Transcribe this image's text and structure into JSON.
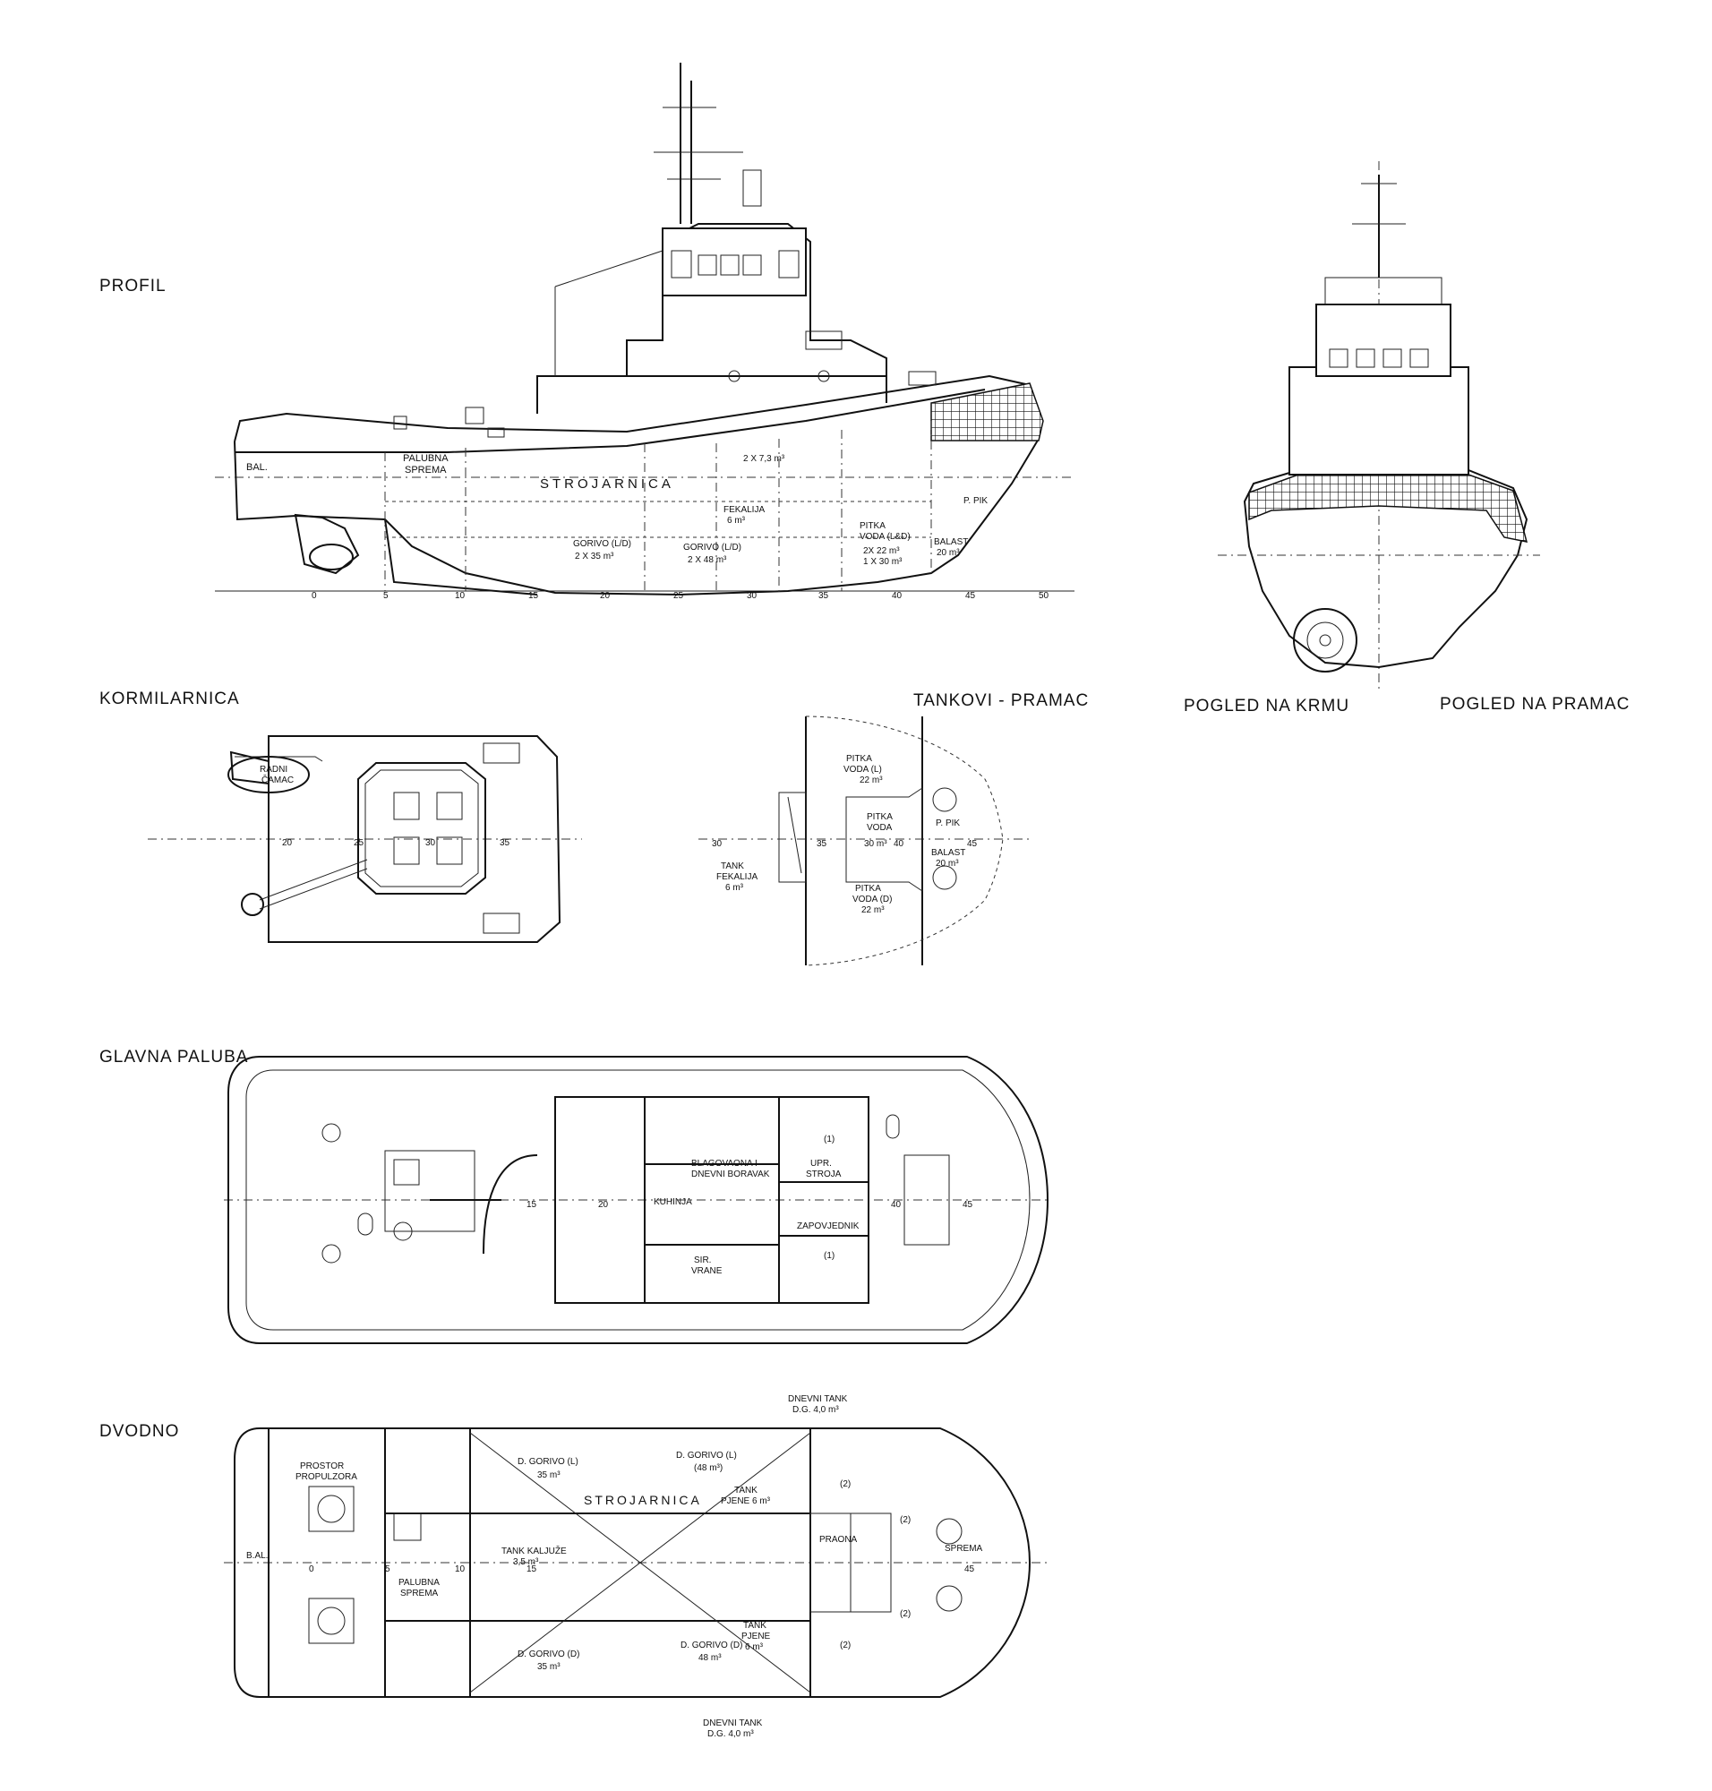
{
  "sections": {
    "profil": "PROFIL",
    "kormilarnica": "KORMILARNICA",
    "tankovi_pramac": "TANKOVI - PRAMAC",
    "pogled_krmu": "POGLED NA KRMU",
    "pogled_pramac": "POGLED NA PRAMAC",
    "glavna_paluba": "GLAVNA PALUBA",
    "dvodno": "DVODNO"
  },
  "profile": {
    "bal": "BAL.",
    "palubna": "PALUBNA",
    "sprema": "SPREMA",
    "strojarnica": "STROJARNICA",
    "ballast_small": "2 X 7,3 m³",
    "fekalija": "FEKALIJA",
    "fekalija_vol": "6 m³",
    "gorivo_1": "GORIVO (L/D)",
    "gorivo_1_vol": "2 X 35 m³",
    "gorivo_2": "GORIVO (L/D)",
    "gorivo_2_vol": "2 X 48 m³",
    "pitka": "PITKA",
    "voda_ld": "VODA (L&D)",
    "pitka_vol1": "2X 22 m³",
    "pitka_vol2": "1 X 30 m³",
    "ppik": "P. PIK",
    "balast": "BALAST",
    "balast_vol": "20 m³",
    "frames": [
      "0",
      "5",
      "10",
      "15",
      "20",
      "25",
      "30",
      "35",
      "40",
      "45",
      "50"
    ]
  },
  "wheelhouse": {
    "radni": "RADNI",
    "camac": "ČAMAC",
    "frames": [
      "20",
      "25",
      "30",
      "35"
    ]
  },
  "tanks": {
    "frame_30": "30",
    "frame_35": "35",
    "frame_40": "40",
    "frame_45": "45",
    "tank": "TANK",
    "fekalija": "FEKALIJA",
    "fek_vol": "6 m³",
    "pitka_l1": "PITKA",
    "pitka_l2": "VODA (L)",
    "pitka_l3": "22 m³",
    "pitka_c1": "PITKA",
    "pitka_c2": "VODA",
    "pitka_c3": "30 m³",
    "pitka_d1": "PITKA",
    "pitka_d2": "VODA (D)",
    "pitka_d3": "22 m³",
    "ppik": "P. PIK",
    "balast": "BALAST",
    "balast_vol": "20 m³"
  },
  "main_deck": {
    "blagovaona": "BLAGOVAONA I",
    "dnevni": "DNEVNI BORAVAK",
    "kuhinja": "KUHINJA",
    "upr": "UPR.",
    "stroja": "STROJA",
    "zapovjednik": "ZAPOVJEDNIK",
    "sir": "SIR.",
    "vrane": "VRANE",
    "one_top": "(1)",
    "one_bottom": "(1)",
    "frames": [
      "15",
      "20",
      "40",
      "45"
    ]
  },
  "double_bottom": {
    "dnevni_top": "DNEVNI TANK",
    "dnevni_top_vol": "D.G. 4,0 m³",
    "dnevni_bot": "DNEVNI TANK",
    "dnevni_bot_vol": "D.G. 4,0 m³",
    "prostor": "PROSTOR",
    "propulzora": "PROPULZORA",
    "dgorivo_l1": "D. GORIVO (L)",
    "dgorivo_l1_vol": "35 m³",
    "dgorivo_l2": "D. GORIVO (L)",
    "dgorivo_l2_vol": "(48 m³)",
    "strojarnica": "STROJARNICA",
    "tank_pjene": "TANK",
    "pjene": "PJENE 6 m³",
    "tank_kaljuze": "TANK KALJUŽE",
    "kaljuze_vol": "3,5 m³",
    "palubna": "PALUBNA",
    "sprema": "SPREMA",
    "bal": "B.AL.",
    "pradna": "PRAONA",
    "sprema_bow": "SPREMA",
    "tank_pjene2": "TANK",
    "pjene2": "PJENE",
    "pjene2_vol": "6 m³",
    "dgorivo_d1": "D. GORIVO (D)",
    "dgorivo_d1_vol": "35 m³",
    "dgorivo_d2": "D. GORIVO (D)",
    "dgorivo_d2_vol": "48 m³",
    "two": "(2)",
    "frames": [
      "0",
      "5",
      "10",
      "15",
      "45"
    ]
  }
}
